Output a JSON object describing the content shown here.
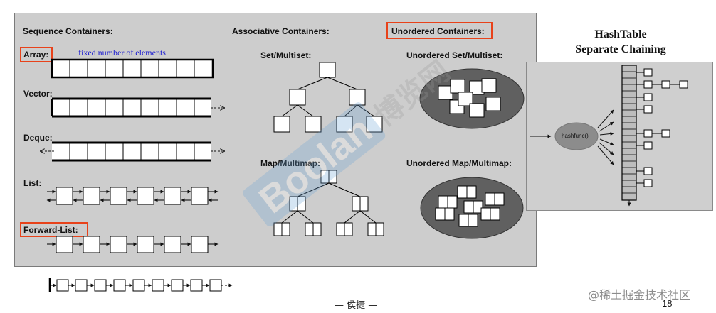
{
  "sections": {
    "sequence": "Sequence Containers:",
    "associative": "Associative Containers:",
    "unordered": "Unordered Containers:"
  },
  "sequence": {
    "array": "Array:",
    "array_note": "fixed number of elements",
    "vector": "Vector:",
    "deque": "Deque:",
    "list": "List:",
    "forward_list": "Forward-List:"
  },
  "associative": {
    "set": "Set/Multiset:",
    "map": "Map/Multimap:"
  },
  "unordered": {
    "set": "Unordered Set/Multiset:",
    "map": "Unordered Map/Multimap:"
  },
  "hashtable": {
    "title_line1": "HashTable",
    "title_line2": "Separate Chaining",
    "hashfunc": "hashfunc()"
  },
  "watermark": {
    "brand": "Boolan",
    "cn": "博览网",
    "site": "@稀土掘金技术社区"
  },
  "footer": "— 侯捷 —",
  "page_number": "18"
}
